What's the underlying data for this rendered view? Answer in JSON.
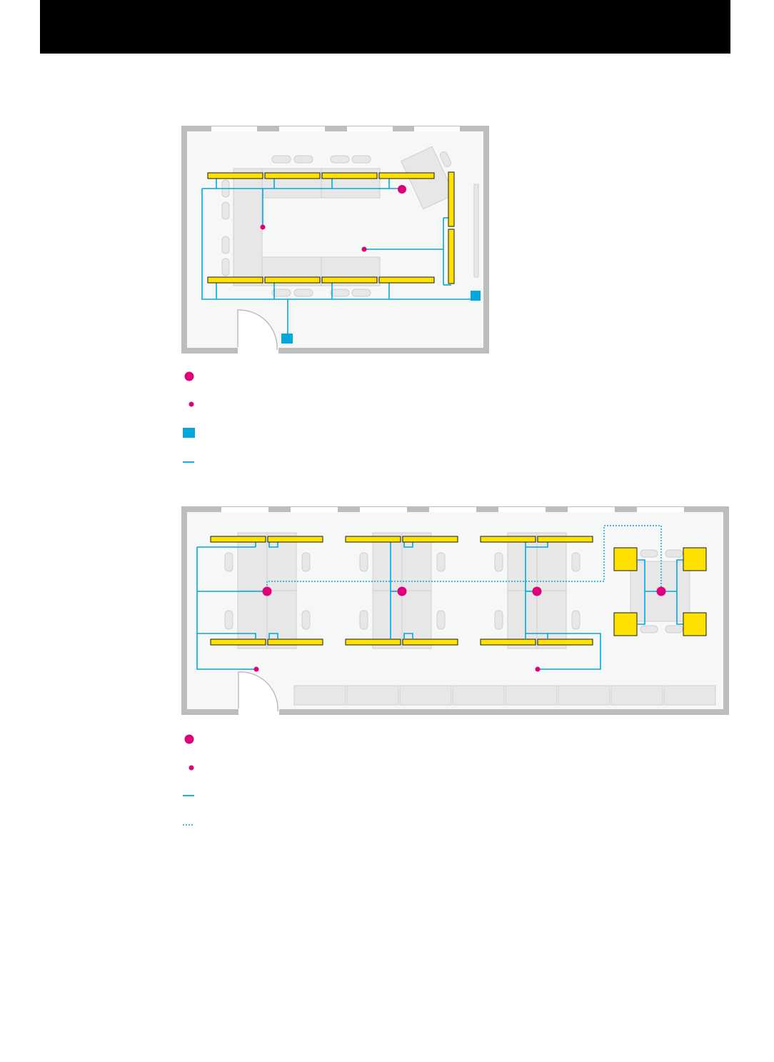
{
  "header": {
    "title": ""
  },
  "colors": {
    "background": "#ffffff",
    "header_bar": "#000000",
    "room_wall": "#bdbdbd",
    "room_floor": "#f6f7f7",
    "window": "#ffffff",
    "furniture": "#e7e7e7",
    "furniture_stroke": "#cfcfcf",
    "light_fixture": "#ffe100",
    "light_fixture_stroke": "#1a1a1a",
    "sensor": "#e0007a",
    "cable": "#00a8dc",
    "controller": "#00a8dc"
  },
  "plan_1": {
    "legend": [
      {
        "symbol": "large-sensor-dot",
        "label": ""
      },
      {
        "symbol": "small-sensor-dot",
        "label": ""
      },
      {
        "symbol": "controller-square",
        "label": ""
      },
      {
        "symbol": "cable-solid-line",
        "label": ""
      }
    ]
  },
  "plan_2": {
    "legend": [
      {
        "symbol": "large-sensor-dot",
        "label": ""
      },
      {
        "symbol": "small-sensor-dot",
        "label": ""
      },
      {
        "symbol": "cable-solid-line",
        "label": ""
      },
      {
        "symbol": "cable-dotted-line",
        "label": ""
      }
    ]
  }
}
